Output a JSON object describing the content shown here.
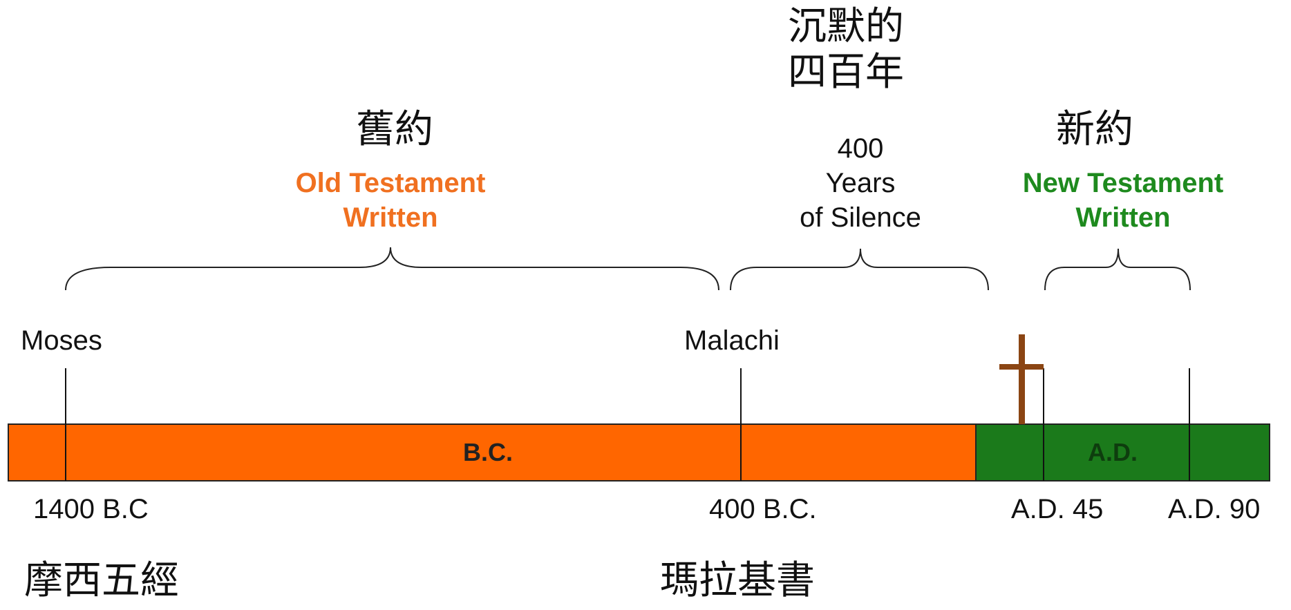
{
  "headings": {
    "silence_cjk_line1": "沉默的",
    "silence_cjk_line2": "四百年",
    "old_cjk": "舊約",
    "new_cjk": "新約"
  },
  "eras": {
    "old_title_line1": "Old Testament",
    "old_title_line2": "Written",
    "silence_line1": "400",
    "silence_line2": "Years",
    "silence_line3": "of Silence",
    "new_title_line1": "New Testament",
    "new_title_line2": "Written"
  },
  "markers": {
    "moses": "Moses",
    "malachi": "Malachi"
  },
  "bar": {
    "bc_label": "B.C.",
    "ad_label": "A.D."
  },
  "dates": {
    "d1400bc": "1400 B.C",
    "d400bc": "400 B.C.",
    "ad45": "A.D. 45",
    "ad90": "A.D. 90"
  },
  "footer": {
    "moses_cjk": "摩西五經",
    "malachi_cjk": "瑪拉基書"
  },
  "colors": {
    "bc_orange": "#ff6600",
    "ad_green": "#1b7a1b",
    "old_title": "#f07020",
    "new_title": "#1e8a1e",
    "cross": "#8b4513",
    "ink": "#111111"
  },
  "icons": {
    "cross": "cross-icon"
  }
}
